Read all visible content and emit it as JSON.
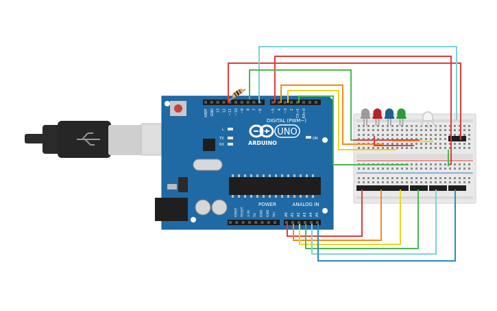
{
  "board": {
    "brand": "ARDUINO",
    "model": "UNO",
    "digital_header": "DIGITAL (PWM~)",
    "power_header": "POWER",
    "analog_header": "ANALOG IN",
    "label_on": "ON",
    "label_l": "L",
    "label_tx": "TX",
    "label_rx": "RX",
    "digital_pins": [
      "AREF",
      "GND",
      "13",
      "12",
      "~11",
      "~10",
      "~9",
      "8",
      "7",
      "~6",
      "~5",
      "4",
      "~3",
      "2",
      "TX→1",
      "RX←0"
    ],
    "power_pins": [
      "IOREF",
      "RESET",
      "3.3V",
      "5V",
      "GND",
      "GND",
      "Vin"
    ],
    "analog_pins": [
      "A0",
      "A1",
      "A2",
      "A3",
      "A4",
      "A5"
    ]
  },
  "leds": [
    {
      "name": "grey-led",
      "color": "#9a9a9a"
    },
    {
      "name": "red-led",
      "color": "#b5222b"
    },
    {
      "name": "blue-led",
      "color": "#1f5f8f"
    },
    {
      "name": "green-led",
      "color": "#2c9a39"
    }
  ],
  "wire_colors": {
    "red": "#e23a3a",
    "orange": "#f08a1c",
    "yellow": "#f2d21b",
    "green": "#47b84a",
    "cyan": "#7fcfd6",
    "blue": "#2a8ac0"
  }
}
